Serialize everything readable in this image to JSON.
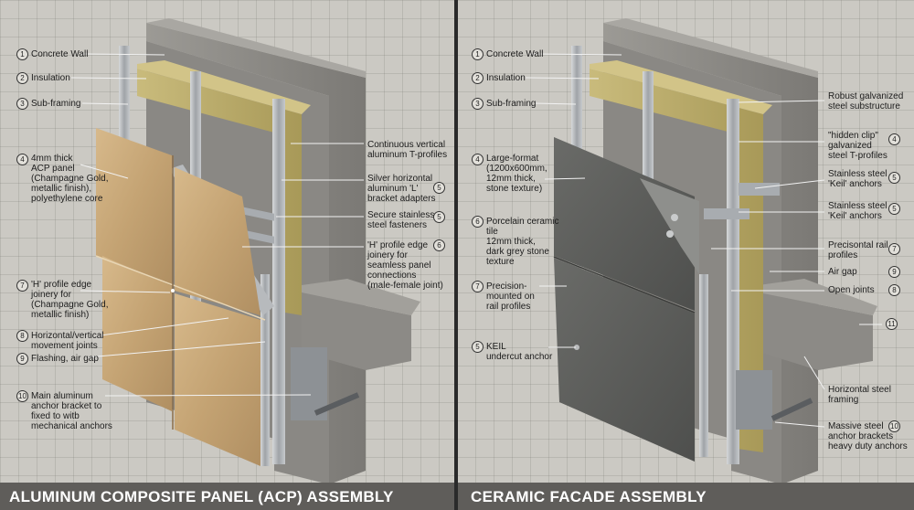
{
  "left": {
    "title": "ALUMINUM COMPOSITE PANEL (ACP) ASSEMBLY",
    "labels": [
      {
        "id": "l1",
        "num": "1",
        "text": "Concrete Wall"
      },
      {
        "id": "l2",
        "num": "2",
        "text": "Insulation"
      },
      {
        "id": "l3",
        "num": "3",
        "text": "Sub-framing"
      },
      {
        "id": "l4",
        "num": "4",
        "text": "4mm thick\nACP panel\n(Champagne Gold,\nmetallic finish),\npolyethylene core"
      },
      {
        "id": "l7",
        "num": "7",
        "text": "'H' profile edge\njoinery for\n(Champagne Gold,\nmetallic finish)"
      },
      {
        "id": "l8",
        "num": "8",
        "text": "Horizontal/vertical\nmovement joints"
      },
      {
        "id": "l9",
        "num": "9",
        "text": "Flashing, air gap"
      },
      {
        "id": "l10",
        "num": "10",
        "text": "Main aluminum\nanchor bracket to\nfixed to witb\nmechanical anchors"
      },
      {
        "id": "r1",
        "num": "",
        "text": "Continuous vertical\naluminum T-profiles"
      },
      {
        "id": "r5a",
        "num": "5",
        "text": "Silver horizontal\naluminum 'L'\nbracket adapters"
      },
      {
        "id": "r5b",
        "num": "5",
        "text": "Secure stainless\nsteel fasteners"
      },
      {
        "id": "r6",
        "num": "6",
        "text": "'H' profile edge\njoinery for\nseamless panel\nconnections\n(male-female joint)"
      }
    ]
  },
  "right": {
    "title": "CERAMIC FACADE ASSEMBLY",
    "labels": [
      {
        "id": "c1",
        "num": "1",
        "text": "Concrete Wall"
      },
      {
        "id": "c2",
        "num": "2",
        "text": "Insulation"
      },
      {
        "id": "c3",
        "num": "3",
        "text": "Sub-framing"
      },
      {
        "id": "c4",
        "num": "4",
        "text": "Large-format\n(1200x600mm,\n12mm thick,\nstone texture)"
      },
      {
        "id": "c6",
        "num": "6",
        "text": "Porcelain ceramic\ntile\n12mm thick,\ndark grey stone\ntexture"
      },
      {
        "id": "c7",
        "num": "7",
        "text": "Precision-\nmounted on\nrail profiles"
      },
      {
        "id": "c5",
        "num": "5",
        "text": "KEIL\nundercut anchor"
      },
      {
        "id": "d0",
        "num": "",
        "text": "Robust galvanized\nsteel substructure"
      },
      {
        "id": "d4",
        "num": "4",
        "text": "\"hidden clip\"\ngalvanized\nsteel T-profiles"
      },
      {
        "id": "d5a",
        "num": "5",
        "text": "Stainless steel\n'Keil' anchors"
      },
      {
        "id": "d5b",
        "num": "5",
        "text": "Stainless steel\n'Keil' anchors"
      },
      {
        "id": "d7",
        "num": "7",
        "text": "Precisontal rail\nprofiles"
      },
      {
        "id": "d9",
        "num": "9",
        "text": "Air gap"
      },
      {
        "id": "d8",
        "num": "8",
        "text": "Open joints"
      },
      {
        "id": "d11",
        "num": "11",
        "text": ""
      },
      {
        "id": "d12",
        "num": "",
        "text": "Horizontal steel\nframing"
      },
      {
        "id": "d10",
        "num": "10",
        "text": "Massive steel\nanchor brackets\nheavy duty anchors"
      }
    ]
  },
  "colors": {
    "concrete": "#8e8c88",
    "insulation": "#b8aa6a",
    "acp": "#c9a878",
    "ceramic": "#5b5c5a",
    "metal": "#b9bcbf",
    "footer": "#5f5d5a"
  }
}
